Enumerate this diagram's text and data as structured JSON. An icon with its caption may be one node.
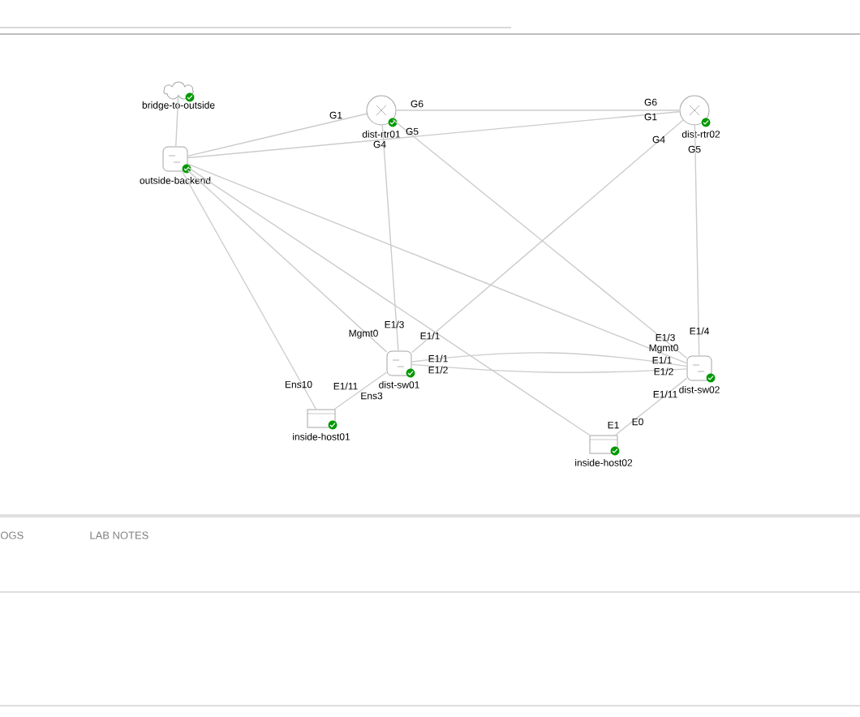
{
  "diagram": {
    "nodes": [
      {
        "text": [
          "bridge-to-outside"
        ]
      },
      {
        "text": [
          "outside-backend"
        ]
      },
      {
        "text": [
          "dist-rtr01"
        ]
      },
      {
        "text": [
          "dist-rtr02"
        ]
      },
      {
        "text": [
          "dist-sw01"
        ]
      },
      {
        "text": [
          "dist-sw02"
        ]
      },
      {
        "text": [
          "inside-host01"
        ]
      },
      {
        "text": [
          "inside-host02"
        ]
      }
    ],
    "edges": [
      {
        "from": 0,
        "to": 1,
        "arrow": "none"
      },
      {
        "from": 1,
        "to": 2,
        "arrow": "none"
      },
      {
        "from": 1,
        "to": 3,
        "arrow": "none"
      },
      {
        "from": 2,
        "to": 3,
        "arrow": "none"
      },
      {
        "from": 2,
        "to": 4,
        "arrow": "none"
      },
      {
        "from": 2,
        "to": 5,
        "arrow": "none"
      },
      {
        "from": 3,
        "to": 4,
        "arrow": "none"
      },
      {
        "from": 3,
        "to": 5,
        "arrow": "none"
      },
      {
        "from": 1,
        "to": 6,
        "arrow": "none"
      },
      {
        "from": 1,
        "to": 4,
        "arrow": "none"
      },
      {
        "from": 1,
        "to": 5,
        "arrow": "none"
      },
      {
        "from": 1,
        "to": 7,
        "arrow": "none"
      },
      {
        "from": 4,
        "to": 5,
        "arrow": "none"
      },
      {
        "from": 4,
        "to": 5,
        "arrow": "none"
      },
      {
        "from": 4,
        "to": 6,
        "arrow": "none"
      },
      {
        "from": 5,
        "to": 7,
        "arrow": "none"
      }
    ],
    "labels": [
      "G1",
      "G6",
      "G6",
      "G1",
      "G5",
      "G4",
      "G4",
      "G5",
      "E1/3",
      "Mgmt0",
      "E1/1",
      "E1/4",
      "E1/3",
      "Mgmt0",
      "E1/1",
      "E1/1",
      "E1/2",
      "E1/2",
      "Ens10",
      "E1/11",
      "Ens3",
      "E1/11",
      "E1",
      "E0",
      "OGS",
      "LAB NOTES"
    ]
  }
}
